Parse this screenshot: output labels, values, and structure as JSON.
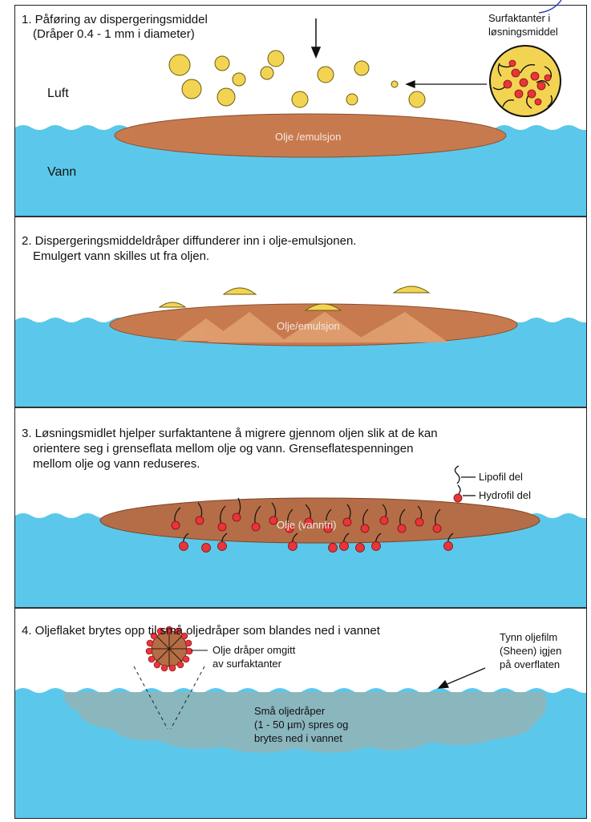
{
  "panel1": {
    "title_line1": "1. Påføring av dispergeringsmiddel",
    "title_line2": "(Dråper 0.4 - 1 mm i diameter)",
    "surf_line1": "Surfaktanter i",
    "surf_line2": "løsningsmiddel",
    "luft": "Luft",
    "vann": "Vann",
    "slick_label": "Olje /emulsjon"
  },
  "panel2": {
    "title_line1": "2. Dispergeringsmiddeldråper diffunderer inn i olje-emulsjonen.",
    "title_line2": "Emulgert vann skilles ut fra oljen.",
    "slick_label": "Olje/emulsjon"
  },
  "panel3": {
    "title_line1": "3. Løsningsmidlet hjelper surfaktantene å migrere gjennom oljen slik at de kan",
    "title_line2": "orientere seg i grenseflata mellom olje og vann. Grenseflatespenningen",
    "title_line3": "mellom olje og vann reduseres.",
    "lipofil": "Lipofil del",
    "hydrofil": "Hydrofil del",
    "slick_label": "Olje (vannfri)"
  },
  "panel4": {
    "title": "4. Oljeflaket brytes opp til små oljedråper som blandes ned i vannet",
    "droplet_line1": "Olje dråper omgitt",
    "droplet_line2": "av surfaktanter",
    "sheen_line1": "Tynn oljefilm",
    "sheen_line2": "(Sheen) igjen",
    "sheen_line3": "på overflaten",
    "small_line1": "Små oljedråper",
    "small_line2": "(1 - 50 µm) spres og",
    "small_line3": "brytes ned i vannet"
  },
  "colors": {
    "water": "#5bc8eb",
    "oil": "#c87a4f",
    "droplet": "#f3d452",
    "surfactant_head": "#e8353a",
    "dispersed_cloud": "#8fb4b9"
  }
}
